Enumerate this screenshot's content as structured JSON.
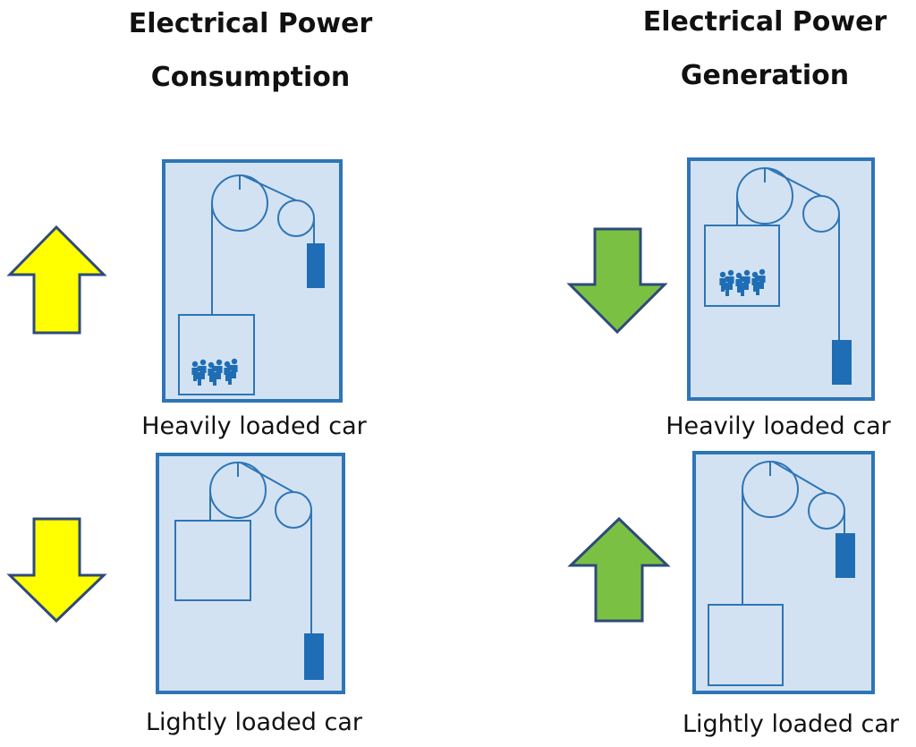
{
  "sections": [
    {
      "heading_line1": "Electrical Power",
      "heading_line2": "Consumption"
    },
    {
      "heading_line1": "Electrical Power",
      "heading_line2": "Generation"
    }
  ],
  "captions": {
    "consumption_heavy": "Heavily loaded car",
    "consumption_light": "Lightly loaded car",
    "generation_heavy": "Heavily loaded car",
    "generation_light": "Lightly loaded car"
  },
  "colors": {
    "shaft_fill": "#d3e2f2",
    "shaft_border": "#2e75b6",
    "counterweight": "#1f6db5",
    "arrow_consumption": "#ffff00",
    "arrow_generation": "#7ac143",
    "arrow_outline": "#2f4a7a"
  },
  "icons": [
    "up-arrow-icon",
    "down-arrow-icon",
    "passengers-icon",
    "pulley-icon",
    "counterweight-icon"
  ]
}
